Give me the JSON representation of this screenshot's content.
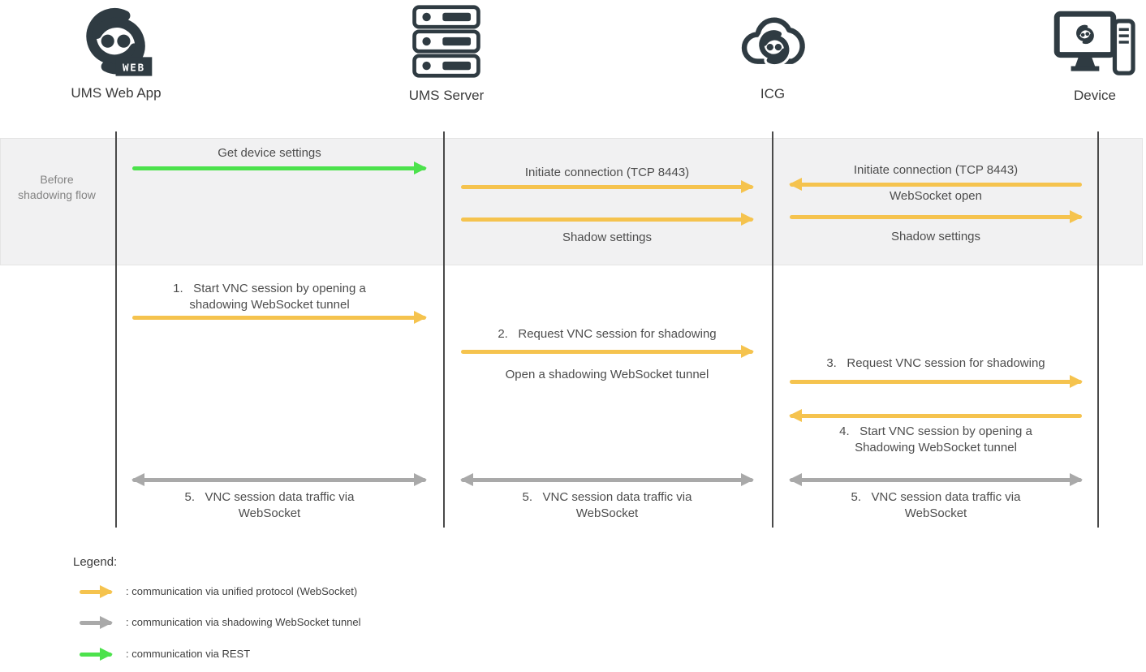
{
  "actors": [
    {
      "label": "UMS Web App",
      "icon": "ums-web-app-logo-icon",
      "badge": "WEB"
    },
    {
      "label": "UMS Server",
      "icon": "server-stack-icon"
    },
    {
      "label": "ICG",
      "icon": "icg-cloud-icon"
    },
    {
      "label": "Device",
      "icon": "device-monitor-icon"
    }
  ],
  "phase_band": {
    "label": "Before shadowing flow"
  },
  "before_messages": [
    {
      "from": "UMS Web App",
      "to": "UMS Server",
      "protocol": "rest",
      "direction": "right",
      "label_above": "Get device settings"
    },
    {
      "from": "UMS Server",
      "to": "ICG",
      "protocol": "unified",
      "direction": "right",
      "label_above": "Initiate connection (TCP 8443)"
    },
    {
      "from": "UMS Server",
      "to": "ICG",
      "protocol": "unified",
      "direction": "right",
      "label_below": "Shadow settings"
    },
    {
      "from": "Device",
      "to": "ICG",
      "protocol": "unified",
      "direction": "left",
      "label_above": "Initiate connection (TCP 8443)",
      "label_below": "WebSocket open"
    },
    {
      "from": "ICG",
      "to": "Device",
      "protocol": "unified",
      "direction": "right",
      "label_below": "Shadow settings"
    }
  ],
  "flow_messages": [
    {
      "step": "1",
      "from": "UMS Web App",
      "to": "UMS Server",
      "protocol": "unified",
      "direction": "right",
      "label_above": "1.   Start VNC session by opening a\nshadowing WebSocket tunnel"
    },
    {
      "step": "2",
      "from": "UMS Server",
      "to": "ICG",
      "protocol": "unified",
      "direction": "right",
      "label_above": "2.   Request VNC session for shadowing",
      "label_below": "Open a shadowing WebSocket tunnel"
    },
    {
      "step": "3",
      "from": "ICG",
      "to": "Device",
      "protocol": "unified",
      "direction": "right",
      "label_above": "3.   Request VNC session for shadowing"
    },
    {
      "step": "4",
      "from": "Device",
      "to": "ICG",
      "protocol": "unified",
      "direction": "left",
      "label_below": "4.   Start VNC session by opening a\nShadowing WebSocket tunnel"
    },
    {
      "step": "5",
      "from": "UMS Web App",
      "to": "UMS Server",
      "protocol": "tunnel",
      "direction": "both",
      "label_below": "5.   VNC session data traffic via\nWebSocket"
    },
    {
      "step": "5",
      "from": "UMS Server",
      "to": "ICG",
      "protocol": "tunnel",
      "direction": "both",
      "label_below": "5.   VNC session data traffic via\nWebSocket"
    },
    {
      "step": "5",
      "from": "ICG",
      "to": "Device",
      "protocol": "tunnel",
      "direction": "both",
      "label_below": "5.   VNC session data traffic via\nWebSocket"
    }
  ],
  "legend": {
    "title": "Legend:",
    "items": [
      {
        "protocol": "unified",
        "color": "#F5C34E",
        "label": ": communication via unified protocol (WebSocket)"
      },
      {
        "protocol": "tunnel",
        "color": "#A9A9A9",
        "label": ": communication via shadowing WebSocket tunnel"
      },
      {
        "protocol": "rest",
        "color": "#4CE24C",
        "label": ": communication via REST"
      }
    ]
  },
  "colors": {
    "unified": "#F5C34E",
    "tunnel": "#A9A9A9",
    "rest": "#4CE24C",
    "icon": "#2F3B42",
    "band_fill": "#F1F1F2"
  }
}
